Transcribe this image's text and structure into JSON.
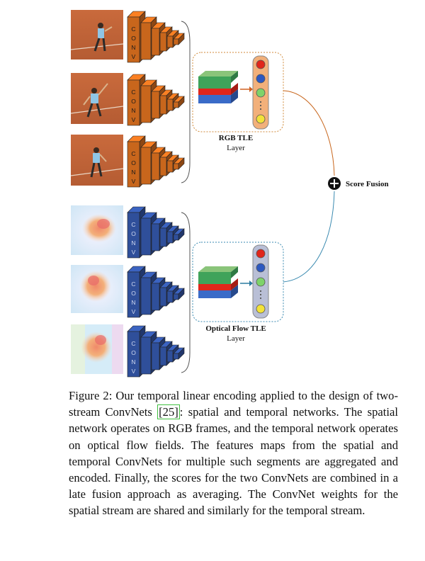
{
  "figure": {
    "conv_label": "CONV",
    "rgb_tle": {
      "title": "RGB TLE",
      "subtitle": "Layer"
    },
    "flow_tle": {
      "title": "Optical Flow TLE",
      "subtitle": "Layer"
    },
    "fusion": {
      "symbol": "+",
      "label": "Score Fusion"
    },
    "colors": {
      "rgb_conv": "#c8661c",
      "flow_conv": "#2f4f9a",
      "rgb_box_border": "#d08a3a",
      "flow_box_border": "#3a8ab0",
      "rgb_classifier_bg": "#f2b07a",
      "flow_classifier_bg": "#b9bfd6",
      "red": "#e0261b",
      "blue": "#2d58c0",
      "green": "#7ed36a",
      "yellow": "#f2e23a"
    }
  },
  "caption": {
    "prefix": "Figure 2: Our temporal linear encoding applied to the design of two-stream ConvNets ",
    "ref": "[25]",
    "suffix": ": spatial and temporal networks. The spatial network operates on RGB frames, and the temporal network operates on optical flow fields. The features maps from the spatial and temporal ConvNets for multiple such segments are aggregated and encoded. Finally, the scores for the two ConvNets are combined in a late fusion approach as averaging. The ConvNet weights for the spatial stream are shared and similarly for the temporal stream."
  }
}
